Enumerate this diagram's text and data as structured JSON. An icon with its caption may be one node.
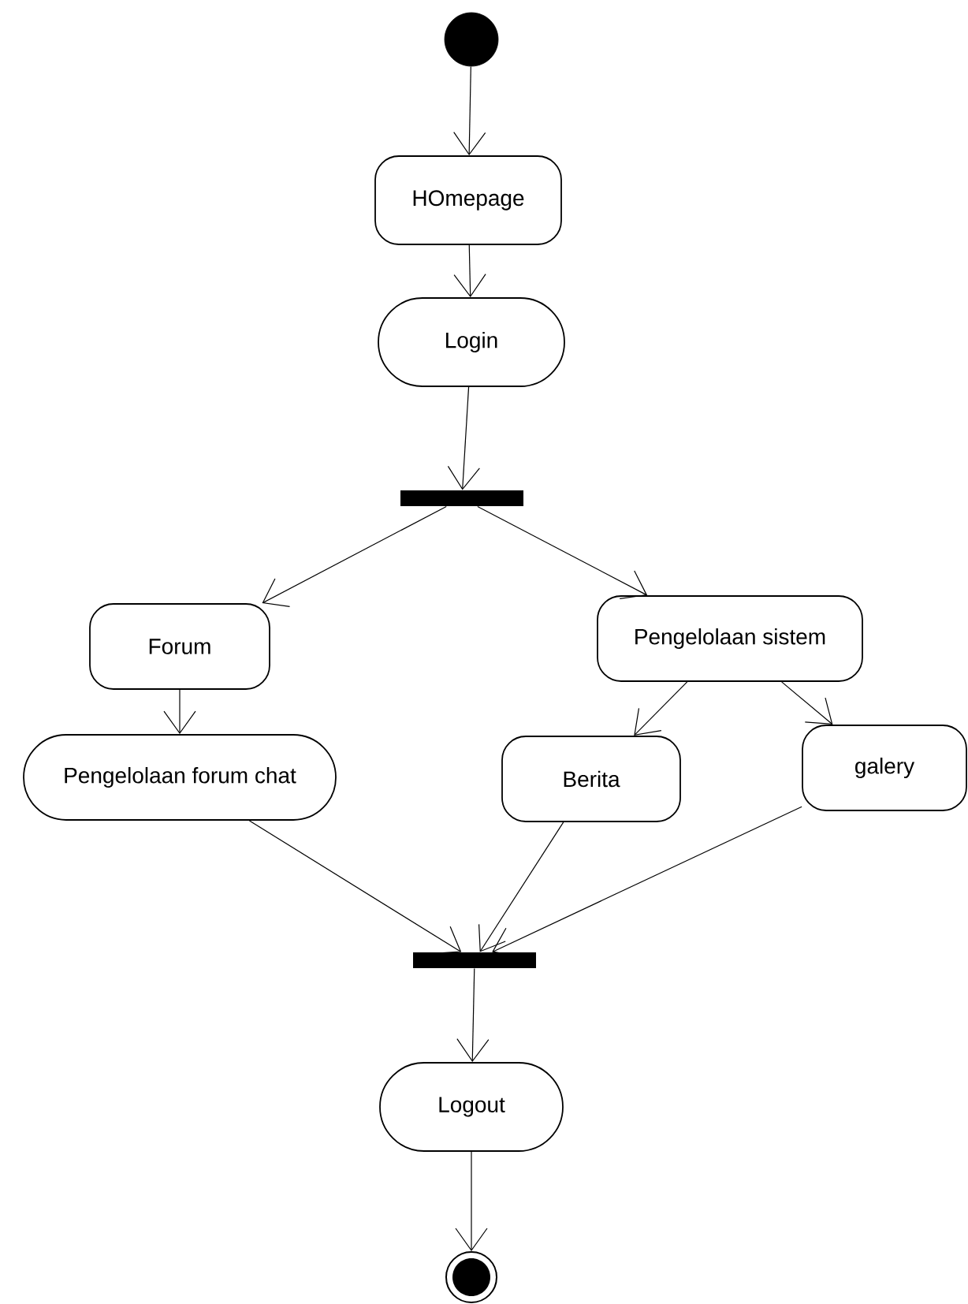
{
  "diagram": {
    "nodes": [
      {
        "text": [],
        "shape": "circle"
      },
      {
        "text": [
          "HOmepage"
        ]
      },
      {
        "text": [
          "Login"
        ]
      },
      {
        "text": [],
        "shape": "bar"
      },
      {
        "text": [
          "Forum"
        ]
      },
      {
        "text": [
          "Pengelolaan sistem"
        ]
      },
      {
        "text": [
          "Pengelolaan forum chat"
        ]
      },
      {
        "text": [
          "Berita"
        ]
      },
      {
        "text": [
          "galery"
        ]
      },
      {
        "text": [],
        "shape": "bar"
      },
      {
        "text": [
          "Logout"
        ]
      },
      {
        "text": [],
        "shape": "bullseye"
      }
    ],
    "edges": [
      {
        "from": 0,
        "to": 1,
        "arrow": "to"
      },
      {
        "from": 1,
        "to": 2,
        "arrow": "to"
      },
      {
        "from": 2,
        "to": 3,
        "arrow": "to"
      },
      {
        "from": 3,
        "to": 4,
        "arrow": "to"
      },
      {
        "from": 3,
        "to": 5,
        "arrow": "to"
      },
      {
        "from": 4,
        "to": 6,
        "arrow": "to"
      },
      {
        "from": 5,
        "to": 7,
        "arrow": "to"
      },
      {
        "from": 5,
        "to": 8,
        "arrow": "to"
      },
      {
        "from": 6,
        "to": 9,
        "arrow": "to"
      },
      {
        "from": 7,
        "to": 9,
        "arrow": "to"
      },
      {
        "from": 8,
        "to": 9,
        "arrow": "to"
      },
      {
        "from": 9,
        "to": 10,
        "arrow": "to"
      },
      {
        "from": 10,
        "to": 11,
        "arrow": "to"
      }
    ]
  }
}
